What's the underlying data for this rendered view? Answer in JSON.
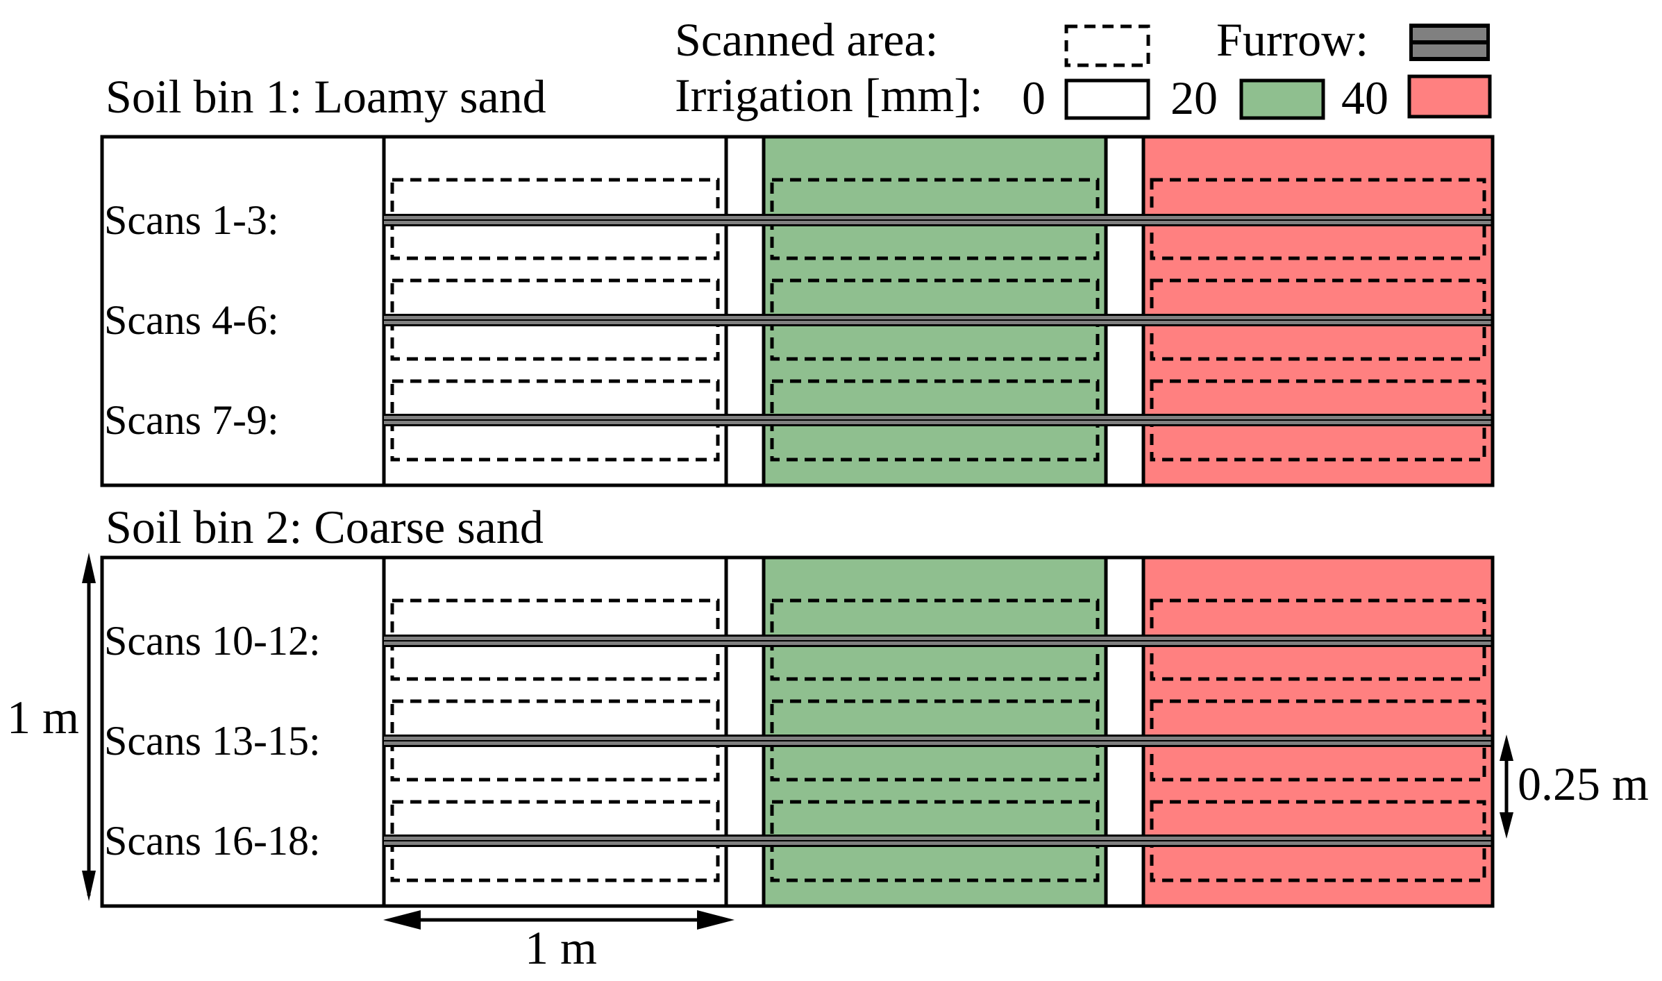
{
  "legend": {
    "scanned_label": "Scanned area:",
    "furrow_label": "Furrow:",
    "irrigation_label": "Irrigation [mm]:",
    "levels": [
      {
        "value": "0",
        "color": "#ffffff"
      },
      {
        "value": "20",
        "color": "#8fbf8f"
      },
      {
        "value": "40",
        "color": "#ff8080"
      }
    ]
  },
  "bins": [
    {
      "title": "Soil bin 1: Loamy sand",
      "rows": [
        "Scans 1-3:",
        "Scans 4-6:",
        "Scans 7-9:"
      ]
    },
    {
      "title": "Soil bin 2: Coarse sand",
      "rows": [
        "Scans 10-12:",
        "Scans 13-15:",
        "Scans 16-18:"
      ]
    }
  ],
  "dimensions": {
    "bin_height": "1 m",
    "plot_width": "1 m",
    "furrow_spacing": "0.25 m"
  },
  "colors": {
    "furrow": "#808080",
    "outline": "#000000"
  }
}
